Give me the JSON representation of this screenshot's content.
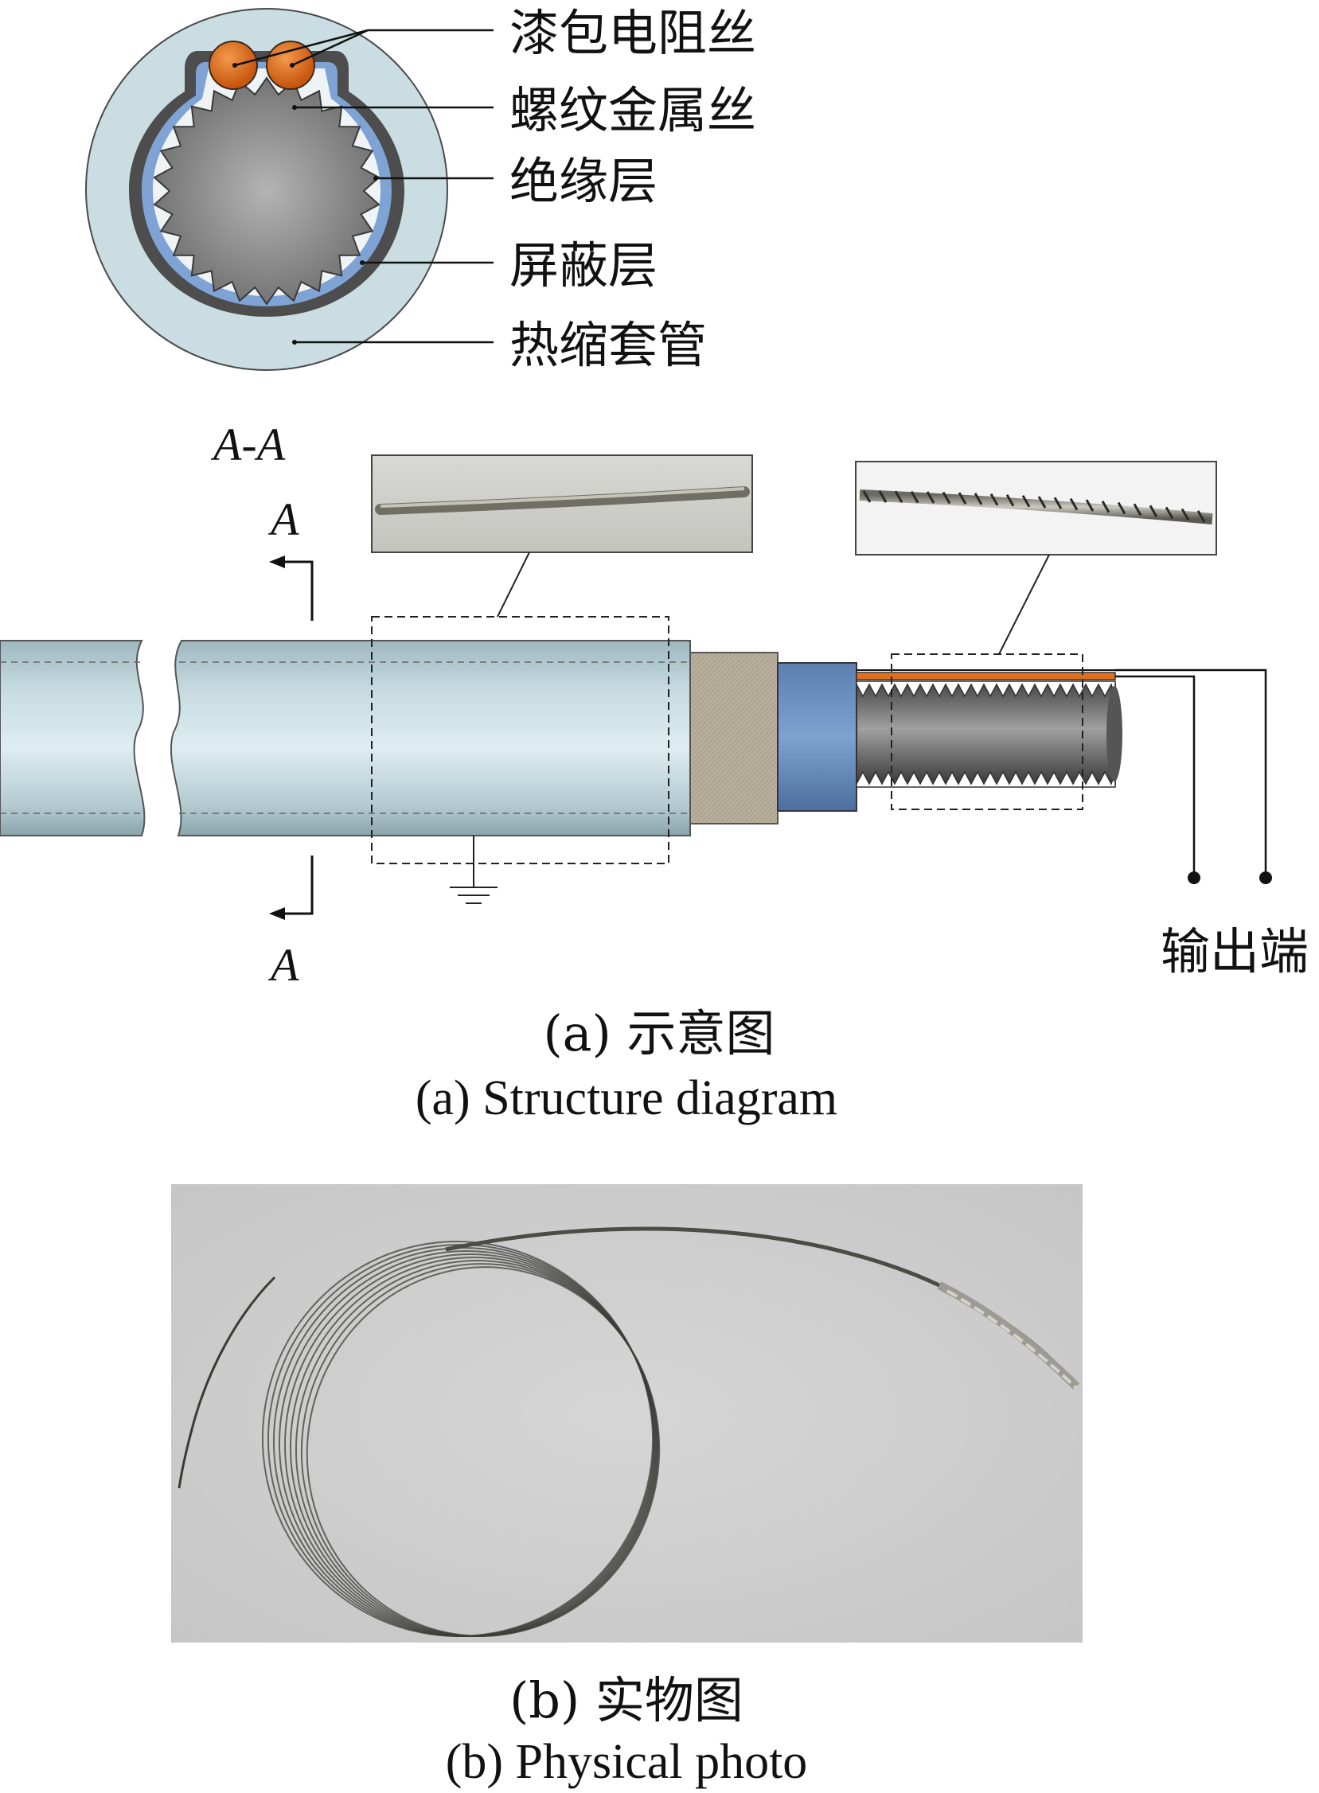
{
  "cross_section": {
    "labels": [
      "漆包电阻丝",
      "螺纹金属丝",
      "绝缘层",
      "屏蔽层",
      "热缩套管"
    ]
  },
  "section_marker": {
    "title": "A-A",
    "top_letter": "A",
    "bottom_letter": "A"
  },
  "output_label": "输出端",
  "caption_a": {
    "cn": "(a) 示意图",
    "en": "(a) Structure diagram"
  },
  "caption_b": {
    "cn": "(b) 实物图",
    "en": "(b) Physical photo"
  },
  "colors": {
    "sleeve": "#c9dde3",
    "shield": "#4a4a4a",
    "insulation": "#7ea3d4",
    "enamel_wire": "#e0701e",
    "core": "#8c8c8c",
    "braid": "#b3aa98",
    "photo_bg": "#cfcfcf"
  }
}
